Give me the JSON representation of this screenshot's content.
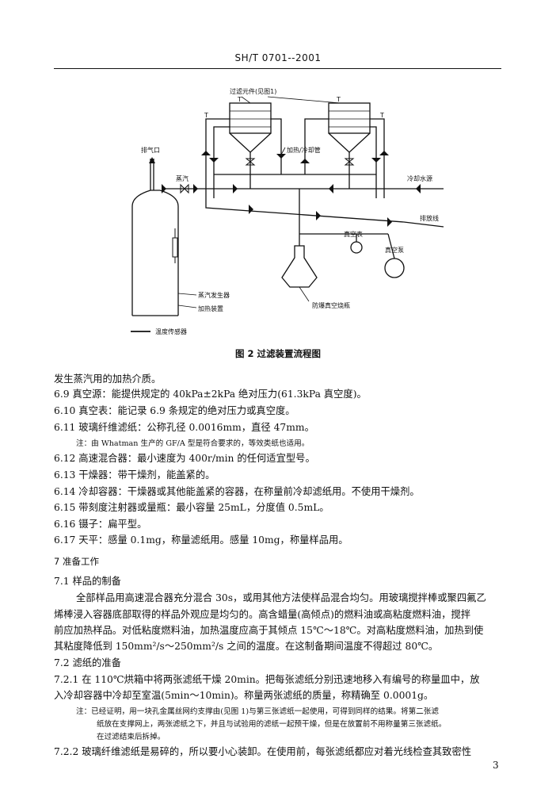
{
  "header": {
    "title": "SH/T 0701--2001"
  },
  "figure": {
    "caption": "图 2   过滤装置流程图",
    "labels": {
      "filter_element": "过滤元件(见图1)",
      "heating_cooling_pipe": "加热/冷却管",
      "exhaust": "排气口",
      "steam": "蒸汽",
      "cooling_water_in": "冷却水源",
      "drain_line": "排放线",
      "vacuum_gauge": "真空表",
      "vacuum_pump": "真空泵",
      "steam_generator": "蒸汽发生器",
      "heating_device": "加热装置",
      "explosion_proof_flask": "防爆真空烧瓶",
      "temperature_sensor": "温度传感器",
      "t_mark": "T"
    }
  },
  "body": {
    "lines": [
      "发生蒸汽用的加热介质。",
      "6.9   真空源：能提供规定的 40kPa±2kPa 绝对压力(61.3kPa 真空度)。",
      "6.10   真空表：能记录 6.9 条规定的绝对压力或真空度。",
      "6.11   玻璃纤维滤纸：公称孔径 0.0016mm，直径 47mm。",
      "注：由 Whatman 生产的 GF/A 型是符合要求的，等效类纸也适用。",
      "6.12   高速混合器：最小速度为 400r/min 的任何适宜型号。",
      "6.13   干燥器：带干燥剂，能盖紧的。",
      "6.14   冷却容器：干燥器或其他能盖紧的容器，在称量前冷却滤纸用。不使用干燥剂。",
      "6.15   带刻度注射器或量瓶：最小容量 25mL，分度值 0.5mL。",
      "6.16   镊子：扁平型。",
      "6.17   天平：感量 0.1mg，称量滤纸用。感量 10mg，称量样品用。",
      "7  准备工作",
      "7.1   样品的制备",
      "全部样品用高速混合器充分混合 30s，或用其他方法使样品混合均匀。用玻璃搅拌棒或聚四氟乙",
      "烯棒浸入容器底部取得的样品外观应是均匀的。高含蜡量(高倾点)的燃料油或高粘度燃料油，搅拌",
      "前应加热样品。对低粘度燃料油，加热温度应高于其倾点 15℃～18℃。对高粘度燃料油，加热到使",
      "其粘度降低到 150mm²/s～250mm²/s 之间的温度。在这制备期间温度不得超过 80℃。",
      "7.2   滤纸的准备",
      "7.2.1   在 110℃烘箱中将两张滤纸干燥 20min。把每张滤纸分别迅速地移入有编号的称量皿中，放",
      "入冷却容器中冷却至室温(5min～10min)。称量两张滤纸的质量，称精确至 0.0001g。",
      "注：已经证明，用一块孔金属丝网约支撑由(见图 1)与第三张滤纸一起使用，可得到同样的结果。将第二张滤",
      "纸放在支撑网上，两张滤纸之下，并且与试验用的滤纸一起预干燥，但是在放置前不用称量第三张滤纸。",
      "在过滤结束后拆掉。",
      "7.2.2   玻璃纤维滤纸是易碎的，所以要小心装卸。在使用前，每张滤纸都应对着光线检查其致密性"
    ]
  },
  "page_number": "3"
}
